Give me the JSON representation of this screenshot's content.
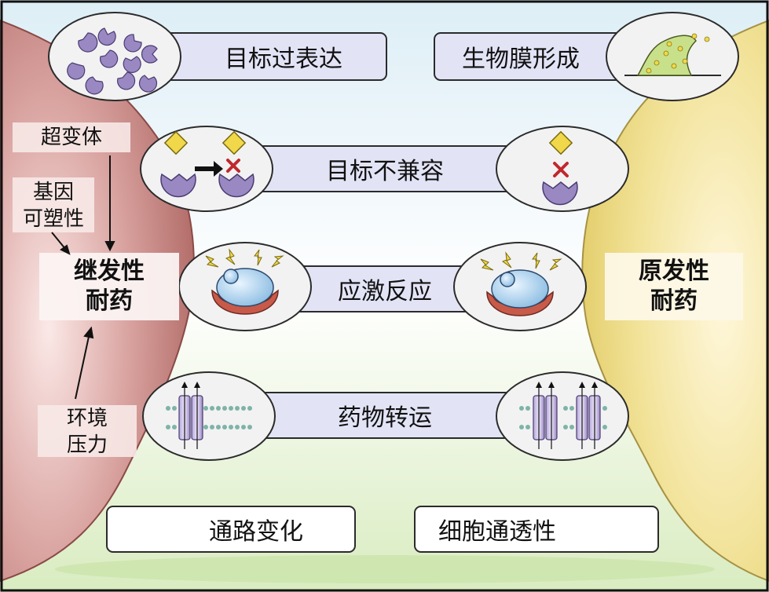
{
  "center_labels": {
    "target_overexpression": "目标过表达",
    "biofilm_formation": "生物膜形成",
    "target_incompatibility": "目标不兼容",
    "stress_response": "应激反应",
    "drug_transport": "药物转运",
    "pathway_change": "通路变化",
    "cell_permeability": "细胞通透性"
  },
  "left": {
    "hypervariant": "超变体",
    "genetic_plasticity_line1": "基因",
    "genetic_plasticity_line2": "可塑性",
    "secondary_line1": "继发性",
    "secondary_line2": "耐药",
    "env_pressure_line1": "环境",
    "env_pressure_line2": "压力"
  },
  "right": {
    "primary_line1": "原发性",
    "primary_line2": "耐药"
  },
  "colors": {
    "left_region": "#c98f8b",
    "right_region": "#efe08c",
    "bar_fill": "#e2e4f6",
    "bar_stroke": "#2b2b2b",
    "ellipse_fill": "#f2f2f2",
    "receptor": "#9a88c2",
    "ligand": "#f0d84a",
    "blocked": "#c0282d",
    "enzyme_body": "#a9d1ee",
    "enzyme_cup": "#c85a4a",
    "biofilm": "#c8e08a"
  }
}
